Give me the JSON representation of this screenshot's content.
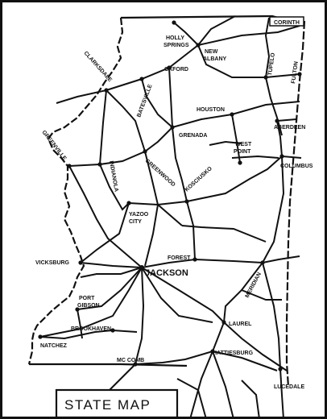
{
  "map": {
    "title": "STATE MAP",
    "colors": {
      "ink": "#111111",
      "paper": "#ffffff"
    },
    "cities": {
      "corinth": "CORINTH",
      "holly_springs_1": "HOLLY",
      "holly_springs_2": "SPRINGS",
      "new_albany_1": "NEW",
      "new_albany_2": "ALBANY",
      "oxford": "OXFORD",
      "tupelo": "TUPELO",
      "fulton": "FULTON",
      "clarksdale": "CLARKSDALE",
      "batesville": "BATESVILLE",
      "houston": "HOUSTON",
      "aberdeen": "ABERDEEN",
      "greenville": "GREENVILLE",
      "grenada": "GRENADA",
      "west_point_1": "WEST",
      "west_point_2": "POINT",
      "columbus": "COLUMBUS",
      "indianola": "INDIANOLA",
      "greenwood": "GREENWOOD",
      "kosciusko": "KOSCIUSKO",
      "yazoo_city_1": "YAZOO",
      "yazoo_city_2": "CITY",
      "forest": "FOREST",
      "vicksburg": "VICKSBURG",
      "jackson": "JACKSON",
      "meridian": "MERIDIAN",
      "port_gibson_1": "PORT",
      "port_gibson_2": "GIBSON",
      "brookhaven": "BROOKHAVEN",
      "laurel": "LAUREL",
      "natchez": "NATCHEZ",
      "mc_comb": "MC COMB",
      "hattiesburg": "HATTIESBURG",
      "lucedale": "LUCEDALE"
    }
  }
}
